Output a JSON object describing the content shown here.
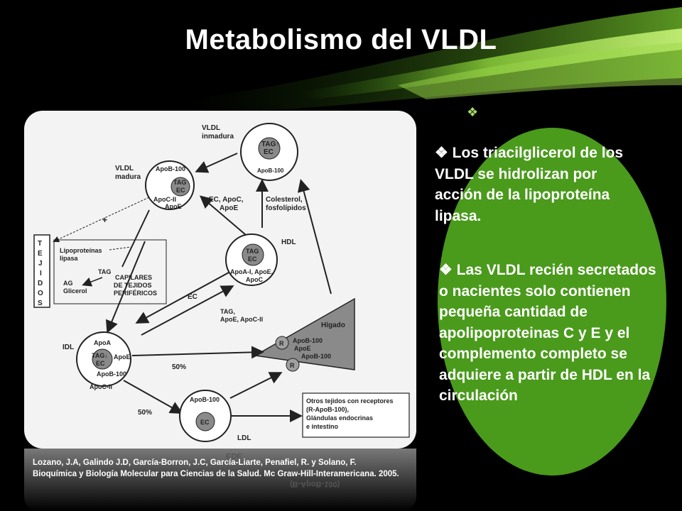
{
  "slide": {
    "title": "Metabolismo del VLDL",
    "small_bullet": "❖",
    "bullets": [
      {
        "marker": "❖",
        "text": "Los triacilglicerol de los VLDL se hidrolizan por acción de la lipoproteína lipasa."
      },
      {
        "marker": "❖",
        "text": "Las VLDL recién secretados o nacientes solo contienen pequeña cantidad de apolipoproteinas C y E y el complemento completo se adquiere a partir de HDL en la circulación"
      }
    ],
    "citation": "Lozano, J.A, Galindo J.D, García-Borron, J.C, García-Liarte, Penafiel, R. y Solano, F. Bioquímica y Biología Molecular para Ciencias de la Salud. Mc Graw-Hill-Interamericana. 2005.",
    "reflection_labels": [
      "EDE",
      "(B-ApoB-100)"
    ]
  },
  "colors": {
    "oval_green": "#4a9a1c",
    "panel_bg": "#f3f3f3",
    "streak_green": "#8fd23c"
  },
  "diagram": {
    "vldl_inmadura": {
      "label1": "VLDL",
      "label2": "inmadura",
      "inner1": "TAG↑",
      "inner2": "EC",
      "apo": "ApoB-100"
    },
    "vldl_madura": {
      "label1": "VLDL",
      "label2": "madura",
      "apo1": "ApoB-100",
      "inner1": "TAG",
      "inner2": "EC",
      "apo2": "ApoC-II",
      "apo3": "ApoE"
    },
    "transfer_ec_apoc": {
      "l1": "EC, ApoC,",
      "l2": "ApoE"
    },
    "colesterol": {
      "l1": "Colesterol,",
      "l2": "fosfolípidos"
    },
    "plus": "+",
    "tejidos": [
      "T",
      "E",
      "J",
      "I",
      "D",
      "O",
      "S"
    ],
    "capilares": {
      "lpl1": "Lipoproteínas",
      "lpl2": "lipasa",
      "tag": "TAG",
      "ag1": "AG",
      "ag2": "Glicerol",
      "cap1": "CAPILARES",
      "cap2": "DE TEJIDOS",
      "cap3": "PERIFÉRICOS"
    },
    "hdl": {
      "label": "HDL",
      "inner1": "TAG",
      "inner2": "EC",
      "apo1": "ApoA-I, ApoE,",
      "apo2": "ApoC"
    },
    "ec_label": "EC",
    "tag_apoe": {
      "l1": "TAG,",
      "l2": "ApoE, ApoC-II"
    },
    "higado": {
      "label": "Hígado",
      "r": "R",
      "apo1": "ApoB-100",
      "apo2": "ApoE",
      "apo3": "ApoB-100"
    },
    "idl": {
      "label": "IDL",
      "apo1": "ApoA",
      "inner1": "TAG↓",
      "inner2": "EC",
      "apo2": "ApoE",
      "apo3": "ApoB-100",
      "apo4": "ApoC-II"
    },
    "pct1": "50%",
    "pct2": "50%",
    "ldl": {
      "label": "LDL",
      "apo": "ApoB-100",
      "inner": "EC"
    },
    "otros": {
      "l1": "Otros tejidos con receptores",
      "l2": "(R-ApoB-100),",
      "l3": "Glándulas endocrinas",
      "l4": "e intestino"
    }
  }
}
